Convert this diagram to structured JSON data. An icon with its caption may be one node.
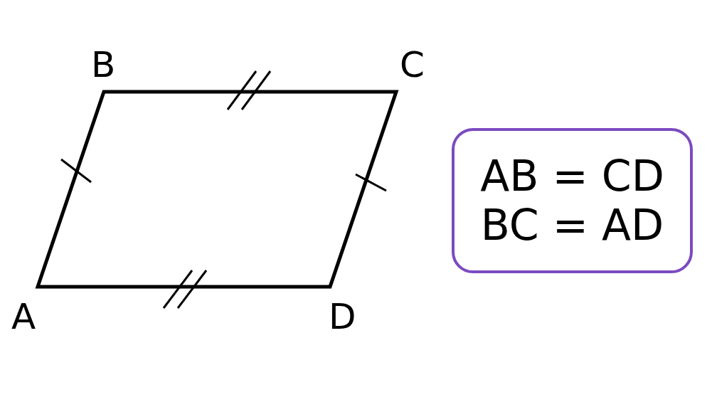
{
  "diagram": {
    "nodes": [
      {
        "text": [
          "AB = CD",
          "BC = AD"
        ]
      }
    ],
    "edges": [],
    "labels": [
      "B",
      "C",
      "A",
      "D"
    ]
  }
}
